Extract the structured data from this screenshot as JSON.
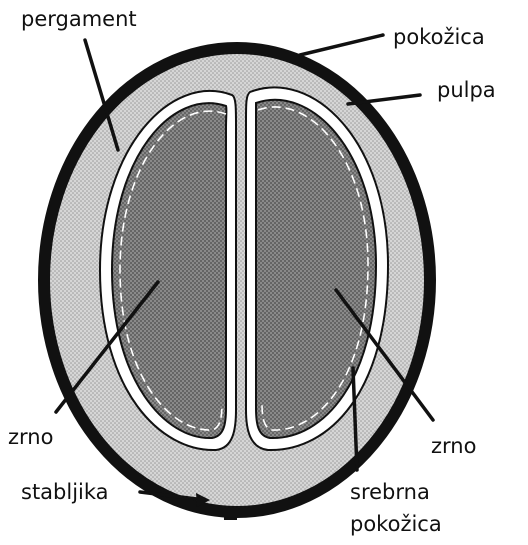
{
  "labels": {
    "pergament": "pergament",
    "pokozica": "pokožica",
    "pulpa": "pulpa",
    "zrno_left": "zrno",
    "zrno_right": "zrno",
    "stabljika": "stabljika",
    "srebrna_line1": "srebrna",
    "srebrna_line2": "pokožica"
  },
  "colors": {
    "outline": "#111111",
    "pulp_fill": "#cfcfcf",
    "bean_fill": "#7f7f7f",
    "background": "#ffffff"
  }
}
